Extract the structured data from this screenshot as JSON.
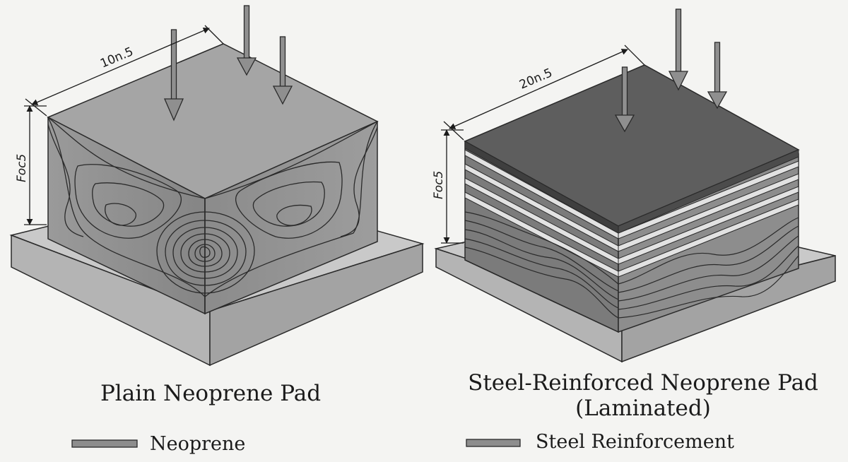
{
  "left_pad": {
    "caption": "Plain Neoprene Pad",
    "width_label": "10n.5",
    "height_label": "Foc5"
  },
  "right_pad": {
    "caption_line1": "Steel-Reinforced Neoprene Pad",
    "caption_line2": "(Laminated)",
    "width_label": "20n.5",
    "height_label": "Foc5"
  },
  "legend": {
    "neoprene": "Neoprene",
    "steel": "Steel Reinforcement"
  },
  "colors": {
    "background": "#f4f4f2",
    "base_top": "#c9c9c9",
    "base_side": "#a6a6a6",
    "neoprene_top": "#a2a2a2",
    "neoprene_side": "#8d8d8d",
    "steel_top": "#5e5e5e",
    "steel_layer": "#e2e2e2",
    "arrow": "#8f8f8f"
  },
  "icons": [
    "down-arrow-icon",
    "dimension-arrow-icon",
    "legend-swatch-icon"
  ]
}
